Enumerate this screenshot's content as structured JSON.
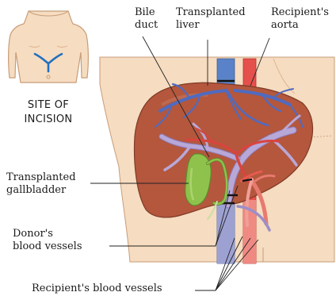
{
  "site_label": "SITE OF\nINCISION",
  "labels": {
    "bile_duct": "Bile\nduct",
    "transplanted_liver": "Transplanted\nliver",
    "recipient_aorta": "Recipient's\naorta",
    "transplanted_gallbladder": "Transplanted\ngallbladder",
    "donor_vessels": "Donor's\nblood vessels",
    "recipient_vessels": "Recipient's blood vessels"
  },
  "colors": {
    "skin": "#f6dcc0",
    "skin_outline": "#c79d79",
    "liver": "#b4573d",
    "vena_cava": "#5a82c8",
    "aorta": "#e6504c",
    "portal_vein": "#b8a8d8",
    "gallbladder": "#8fc24c",
    "bile_duct": "#7fb244",
    "incision": "#1f6fbf"
  }
}
